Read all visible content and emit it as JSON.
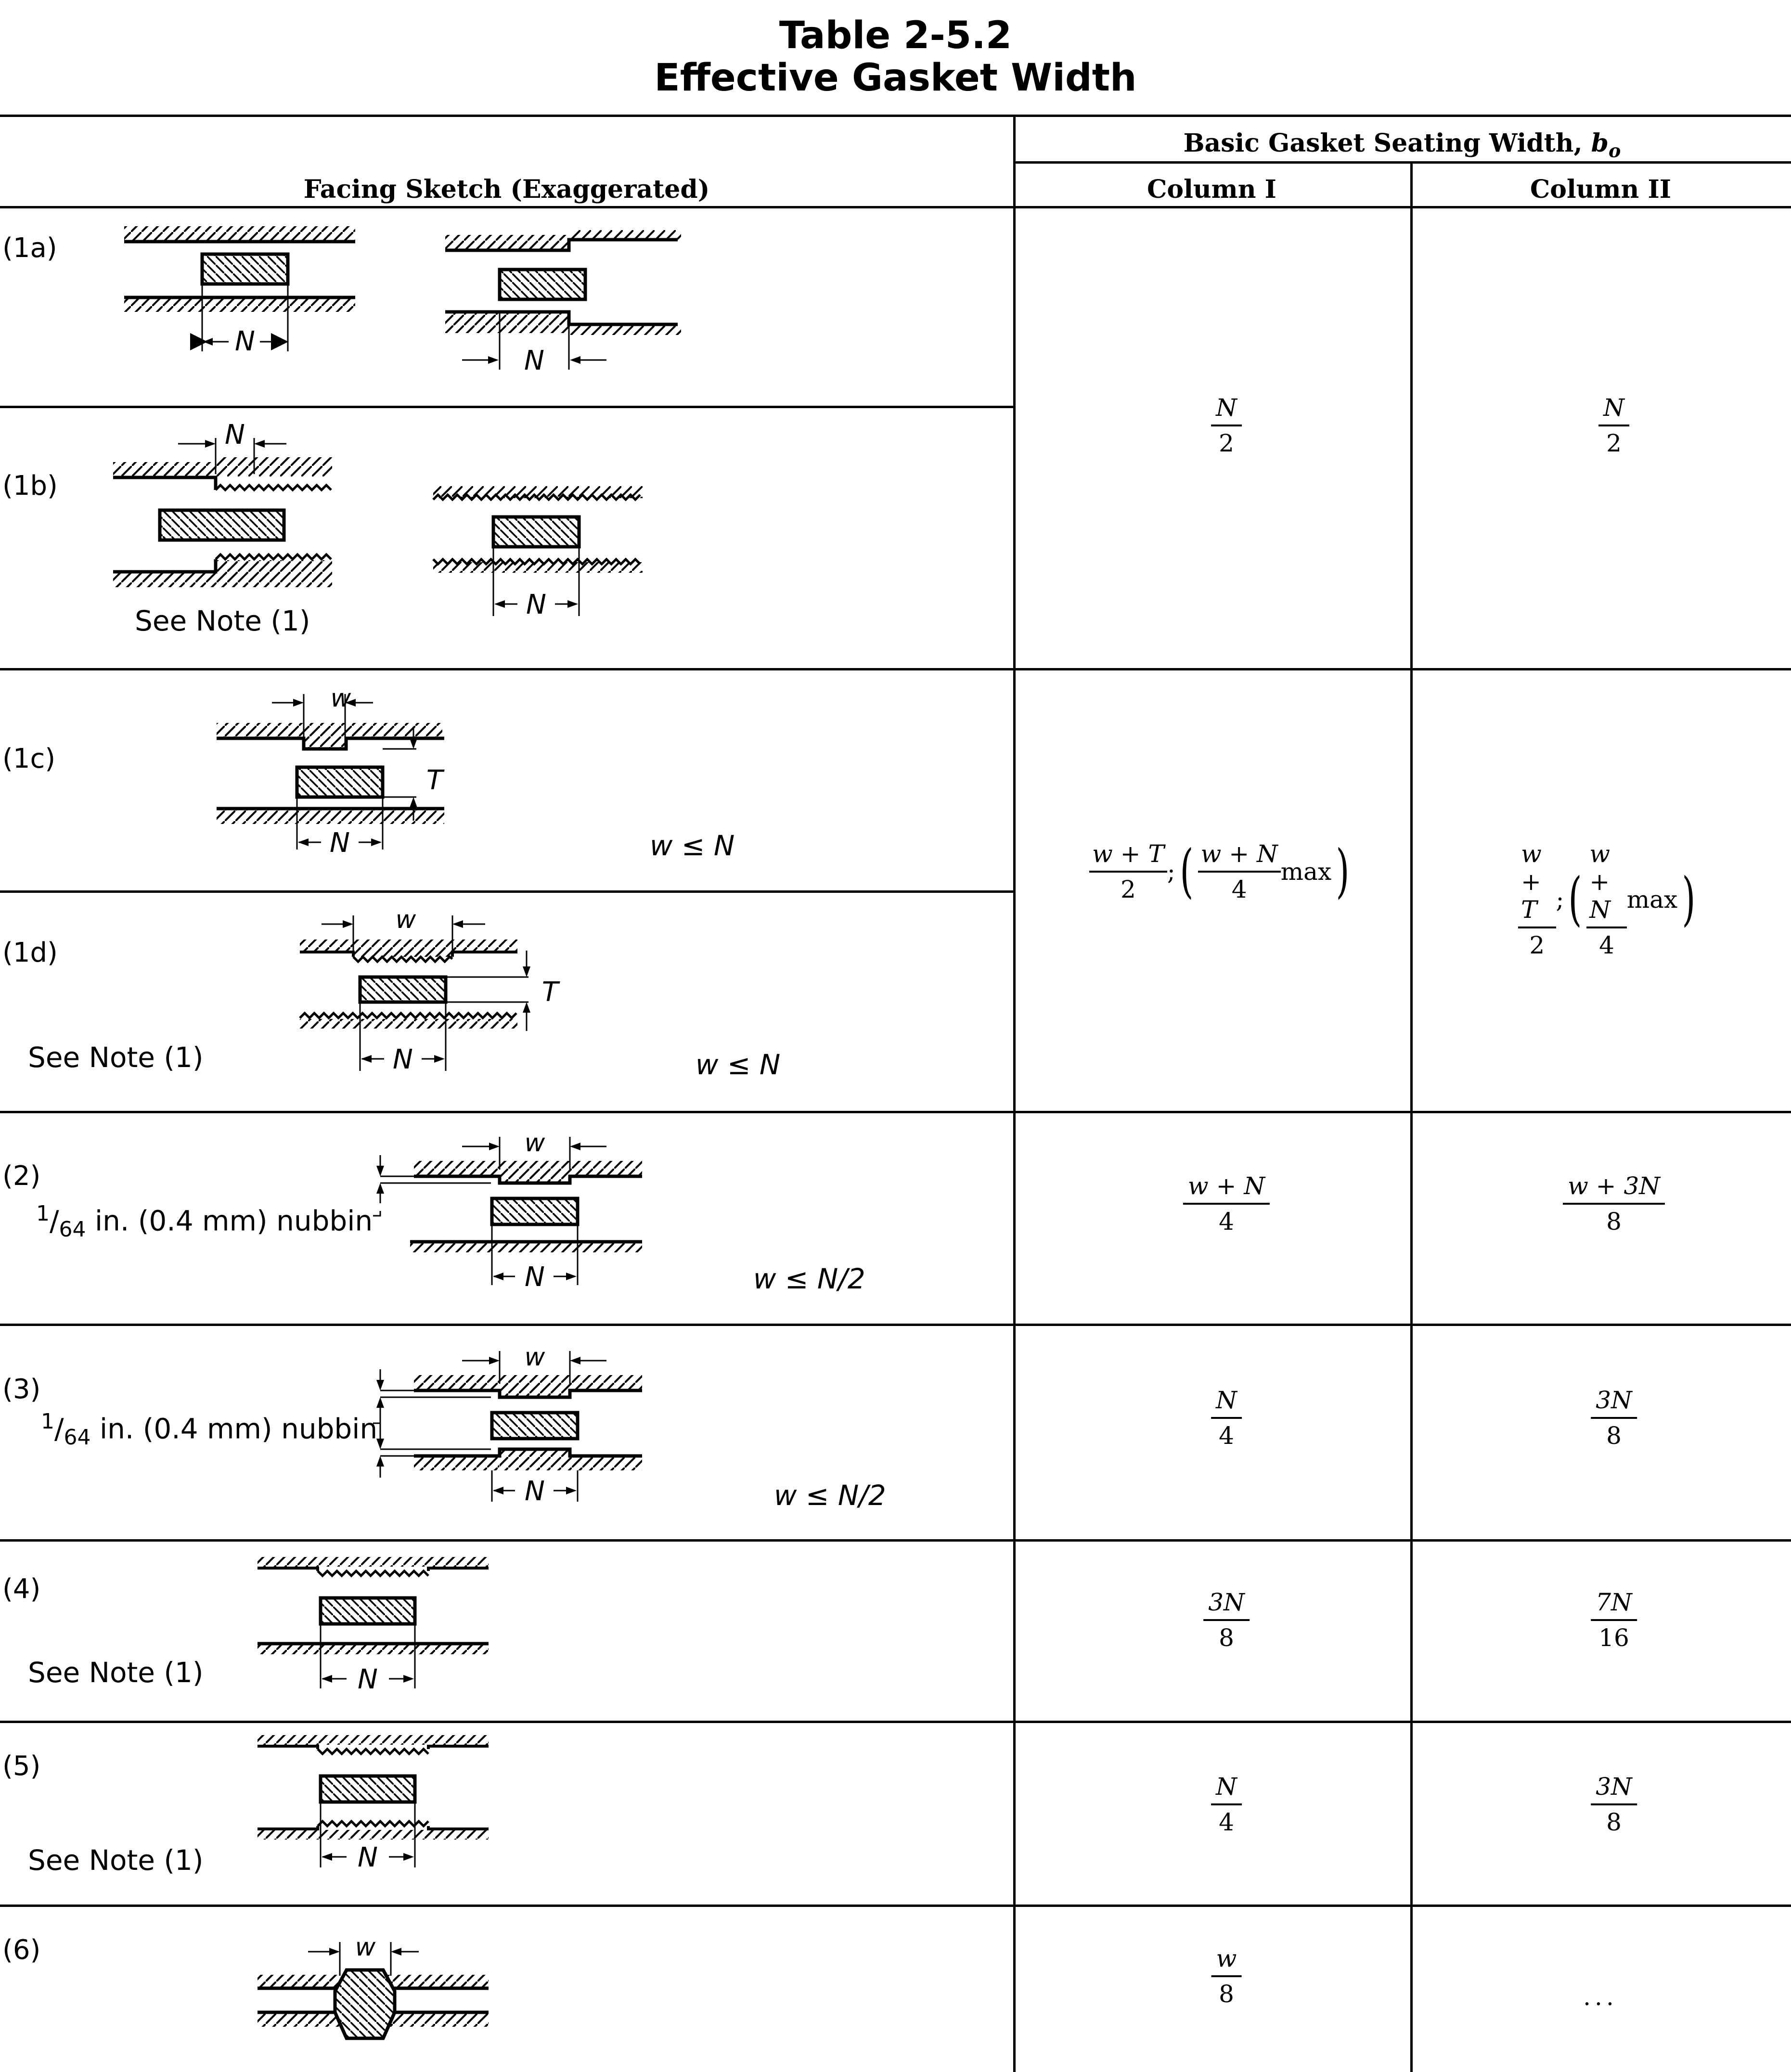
{
  "table": {
    "number": "Table 2-5.2",
    "title": "Effective Gasket Width"
  },
  "header": {
    "facing_sketch": "Facing Sketch (Exaggerated)",
    "basic_width_prefix": "Basic Gasket Seating Width,",
    "basic_width_symbol": "b",
    "basic_width_sub": "o",
    "column1": "Column I",
    "column2": "Column II"
  },
  "sketch_labels": {
    "N": "N",
    "w": "w",
    "T": "T"
  },
  "rows": [
    {
      "id": "(1a)"
    },
    {
      "id": "(1b)",
      "note": "See Note (1)"
    },
    {
      "id": "(1c)",
      "condition": "w ≤ N"
    },
    {
      "id": "(1d)",
      "note": "See Note (1)",
      "condition": "w ≤ N"
    },
    {
      "id": "(2)",
      "nubbin": "in. (0.4 mm) nubbin",
      "condition": "w ≤ N/2"
    },
    {
      "id": "(3)",
      "nubbin": "in. (0.4 mm) nubbin",
      "condition": "w ≤ N/2"
    },
    {
      "id": "(4)",
      "note": "See Note (1)"
    },
    {
      "id": "(5)",
      "note": "See Note (1)"
    },
    {
      "id": "(6)"
    }
  ],
  "nubbin_fraction": {
    "num": "1",
    "den": "64"
  },
  "values": {
    "g1_col1": {
      "num": "N",
      "den": "2"
    },
    "g1_col2": {
      "num": "N",
      "den": "2"
    },
    "g2_col1": {
      "a_num": "w + T",
      "a_den": "2",
      "sep": ";",
      "b_num": "w + N",
      "b_den": "4",
      "suffix": "max"
    },
    "g2_col2": {
      "a_num": "w + T",
      "a_den": "2",
      "sep": ";",
      "b_num": "w + N",
      "b_den": "4",
      "suffix": "max"
    },
    "r2_col1": {
      "num": "w + N",
      "den": "4"
    },
    "r2_col2": {
      "num": "w + 3N",
      "den": "8"
    },
    "r3_col1": {
      "num": "N",
      "den": "4"
    },
    "r3_col2": {
      "num": "3N",
      "den": "8"
    },
    "r4_col1": {
      "num": "3N",
      "den": "8"
    },
    "r4_col2": {
      "num": "7N",
      "den": "16"
    },
    "r5_col1": {
      "num": "N",
      "den": "4"
    },
    "r5_col2": {
      "num": "3N",
      "den": "8"
    },
    "r6_col1": {
      "num": "w",
      "den": "8"
    },
    "r6_col2": "..."
  }
}
